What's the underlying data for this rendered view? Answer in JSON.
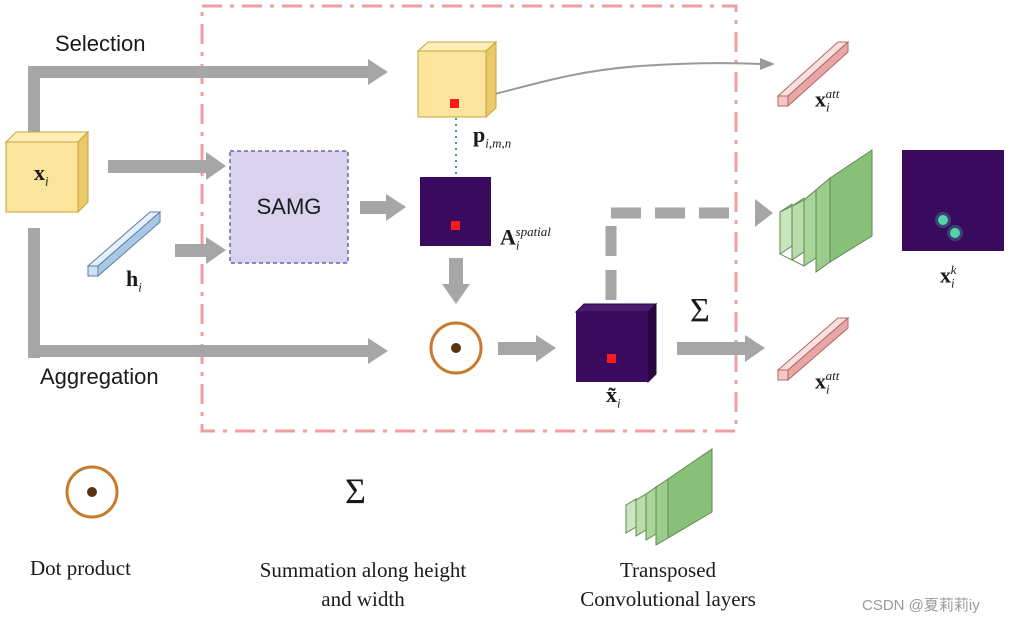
{
  "labels": {
    "selection": "Selection",
    "aggregation": "Aggregation",
    "samg": "SAMG",
    "sum_symbol": "Σ",
    "legend_sum_symbol": "Σ"
  },
  "math": {
    "x_i": {
      "base": "x",
      "sub": "i"
    },
    "h_i": {
      "base": "h",
      "sub": "i"
    },
    "p": {
      "base": "p",
      "sub": "i,m,n"
    },
    "a_spatial": {
      "base": "A",
      "sub": "i",
      "sup": "spatial"
    },
    "x_tilde": {
      "base": "x̃",
      "sub": "i"
    },
    "x_att_top": {
      "base": "x",
      "sub": "i",
      "sup": "att"
    },
    "x_att_bottom": {
      "base": "x",
      "sub": "i",
      "sup": "att"
    },
    "x_k": {
      "base": "x",
      "sub": "i",
      "sup": "k"
    }
  },
  "legend": {
    "dot_product": "Dot product",
    "summation_line1": "Summation along height",
    "summation_line2": "and width",
    "transposed_line1": "Transposed",
    "transposed_line2": "Convolutional layers"
  },
  "watermark": "CSDN @夏莉莉iy",
  "colors": {
    "arrow_gray": "#a6a6a6",
    "cube_yellow": "#fbe49c",
    "cube_yellow_border": "#c9a53d",
    "samg_fill": "#d9d2ee",
    "samg_border": "#6c64a8",
    "attention_map": "#3a0a5e",
    "pink_bar": "#f7c6c6",
    "blue_bar": "#cfe2f5",
    "green_layers": "#a9d59a",
    "dot_ring": "#c77a2a",
    "dashed_box": "#ef9fa0",
    "red_marker": "#ff1a1a"
  },
  "icons": {
    "dot_product": "circled-dot-icon",
    "summation": "sigma-icon",
    "transposed_conv": "stacked-layers-icon"
  }
}
